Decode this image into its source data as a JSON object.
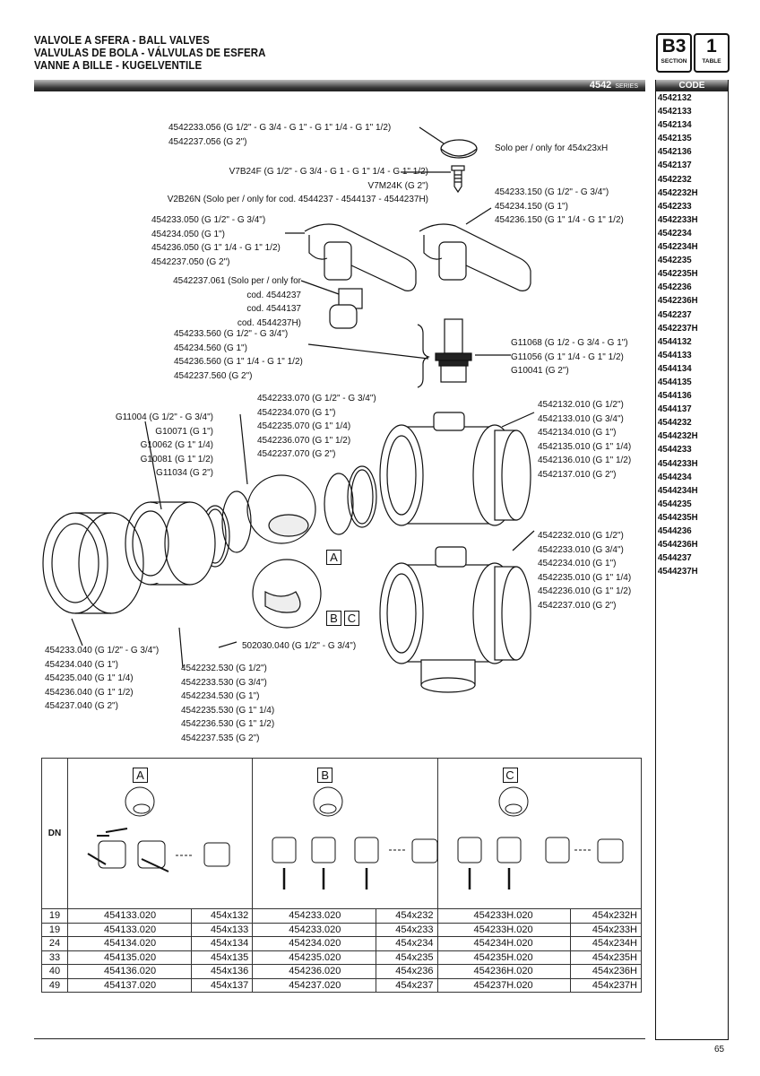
{
  "header": {
    "title_lines": [
      "VALVOLE A SFERA - BALL VALVES",
      "VALVULAS DE BOLA - VÁLVULAS DE ESFERA",
      "VANNE A BILLE - KUGELVENTILE"
    ],
    "series_number": "4542",
    "series_label": "SERIES",
    "section_value": "B3",
    "section_label": "SECTION",
    "table_value": "1",
    "table_label": "TABLE"
  },
  "code_column": {
    "header": "CODE",
    "codes": [
      "4542132",
      "4542133",
      "4542134",
      "4542135",
      "4542136",
      "4542137",
      "4542232",
      "4542232H",
      "4542233",
      "4542233H",
      "4542234",
      "4542234H",
      "4542235",
      "4542235H",
      "4542236",
      "4542236H",
      "4542237",
      "4542237H",
      "4544132",
      "4544133",
      "4544134",
      "4544135",
      "4544136",
      "4544137",
      "4544232",
      "4544232H",
      "4544233",
      "4544233H",
      "4544234",
      "4544234H",
      "4544235",
      "4544235H",
      "4544236",
      "4544236H",
      "4544237",
      "4544237H"
    ]
  },
  "labels": {
    "cap": [
      "4542233.056 (G 1/2\" - G 3/4 - G 1\" - G 1\" 1/4 - G 1\" 1/2)",
      "4542237.056 (G 2\")"
    ],
    "cap_note": "Solo per / only for 454x23xH",
    "screw": [
      "V7B24F (G 1/2\" - G 3/4 - G 1 - G 1\" 1/4 - G 1\" 1/2)",
      "V7M24K (G 2\")",
      "V2B26N (Solo per / only for cod. 4544237 - 4544137 - 4544237H)"
    ],
    "handle_right": [
      "454233.150  (G 1/2\" - G 3/4\")",
      "454234.150  (G 1\")",
      "454236.150  (G 1\" 1/4 - G 1\" 1/2)"
    ],
    "handle_left": [
      "454233.050  (G 1/2\" - G 3/4\")",
      "454234.050  (G 1\")",
      "454236.050  (G 1\" 1/4 - G 1\" 1/2)",
      "4542237.050 (G 2\")"
    ],
    "adapter": [
      "4542237.061 (Solo per / only for",
      "cod. 4544237",
      "cod. 4544137",
      "cod. 4544237H)"
    ],
    "stem": [
      "454233.560 (G 1/2\" - G 3/4\")",
      "454234.560 (G 1\")",
      "454236.560 (G 1\" 1/4 - G 1\" 1/2)",
      "4542237.560 (G 2\")"
    ],
    "oring": [
      "G11068 (G 1/2 - G 3/4 - G 1\")",
      "G11056 (G 1\" 1/4 - G 1\" 1/2)",
      "G10041 (G 2\")"
    ],
    "ball": [
      "4542233.070 (G 1/2\" - G 3/4\")",
      "4542234.070 (G 1\")",
      "4542235.070 (G 1\" 1/4)",
      "4542236.070 (G 1\" 1/2)",
      "4542237.070  (G 2\")"
    ],
    "gasket": [
      "G11004 (G 1/2\" - G 3/4\")",
      "G10071 (G 1\")",
      "G10062 (G 1\" 1/4)",
      "G10081 (G 1\" 1/2)",
      "G11034 (G 2\")"
    ],
    "body_top": [
      "4542132.010 (G 1/2\")",
      "4542133.010 (G 3/4\")",
      "4542134.010 (G 1\")",
      "4542135.010 (G 1\" 1/4)",
      "4542136.010 (G 1\" 1/2)",
      "4542137.010  (G 2\")"
    ],
    "body_bottom": [
      "4542232.010 (G 1/2\")",
      "4542233.010 (G 3/4\")",
      "4542234.010 (G 1\")",
      "4542235.010 (G 1\" 1/4)",
      "4542236.010 (G 1\" 1/2)",
      "4542237.010  (G 2\")"
    ],
    "nut": [
      "454233.040 (G 1/2\" - G 3/4\")",
      "454234.040 (G 1\")",
      "454235.040 (G 1\" 1/4)",
      "454236.040 (G 1\" 1/2)",
      "454237.040  (G 2\")"
    ],
    "ball_seat": "502030.040 (G 1/2\" - G 3/4\")",
    "union": [
      "4542232.530 (G 1/2\")",
      "4542233.530 (G 3/4\")",
      "4542234.530 (G 1\")",
      "4542235.530 (G 1\" 1/4)",
      "4542236.530 (G 1\" 1/2)",
      "4542237.535  (G 2\")"
    ],
    "box_a": "A",
    "box_b": "B",
    "box_c": "C"
  },
  "table": {
    "dn_header": "DN",
    "col_labels": [
      "A",
      "B",
      "C"
    ],
    "rows": [
      {
        "dn": "19",
        "a_code": "454133.020",
        "a_model": "454x132",
        "b_code": "454233.020",
        "b_model": "454x232",
        "c_code": "454233H.020",
        "c_model": "454x232H"
      },
      {
        "dn": "19",
        "a_code": "454133.020",
        "a_model": "454x133",
        "b_code": "454233.020",
        "b_model": "454x233",
        "c_code": "454233H.020",
        "c_model": "454x233H"
      },
      {
        "dn": "24",
        "a_code": "454134.020",
        "a_model": "454x134",
        "b_code": "454234.020",
        "b_model": "454x234",
        "c_code": "454234H.020",
        "c_model": "454x234H"
      },
      {
        "dn": "33",
        "a_code": "454135.020",
        "a_model": "454x135",
        "b_code": "454235.020",
        "b_model": "454x235",
        "c_code": "454235H.020",
        "c_model": "454x235H"
      },
      {
        "dn": "40",
        "a_code": "454136.020",
        "a_model": "454x136",
        "b_code": "454236.020",
        "b_model": "454x236",
        "c_code": "454236H.020",
        "c_model": "454x236H"
      },
      {
        "dn": "49",
        "a_code": "454137.020",
        "a_model": "454x137",
        "b_code": "454237.020",
        "b_model": "454x237",
        "c_code": "454237H.020",
        "c_model": "454x237H"
      }
    ]
  },
  "page_number": "65"
}
